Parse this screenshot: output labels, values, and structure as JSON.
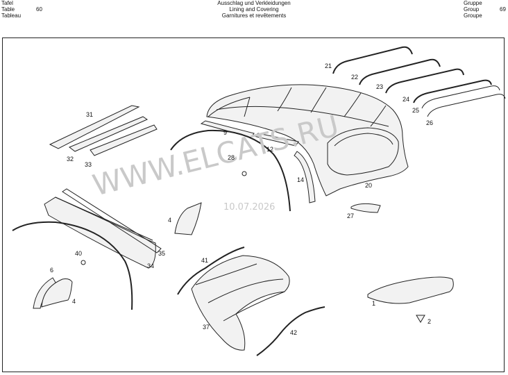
{
  "header": {
    "left_lines": [
      "Tafel",
      "Table",
      "Tableau"
    ],
    "left_number": "60",
    "center_lines": [
      "Ausschlag und Verkleidungen",
      "Lining and Covering",
      "Garnitures et revêtements"
    ],
    "right_lines": [
      "Gruppe",
      "Group",
      "Groupe"
    ],
    "right_number": "69"
  },
  "watermark": {
    "text": "WWW.ELCATS.RU",
    "date": "10.07.2026"
  },
  "callouts": {
    "c1": "1",
    "c2": "2",
    "c4a": "4",
    "c4b": "4",
    "c6": "6",
    "c9": "9",
    "c12": "12",
    "c14": "14",
    "c20": "20",
    "c21": "21",
    "c22": "22",
    "c23": "23",
    "c24": "24",
    "c25": "25",
    "c26": "26",
    "c27": "27",
    "c28": "28",
    "c31": "31",
    "c32": "32",
    "c33": "33",
    "c34": "34",
    "c35": "35",
    "c37": "37",
    "c40": "40",
    "c41": "41",
    "c42": "42"
  }
}
